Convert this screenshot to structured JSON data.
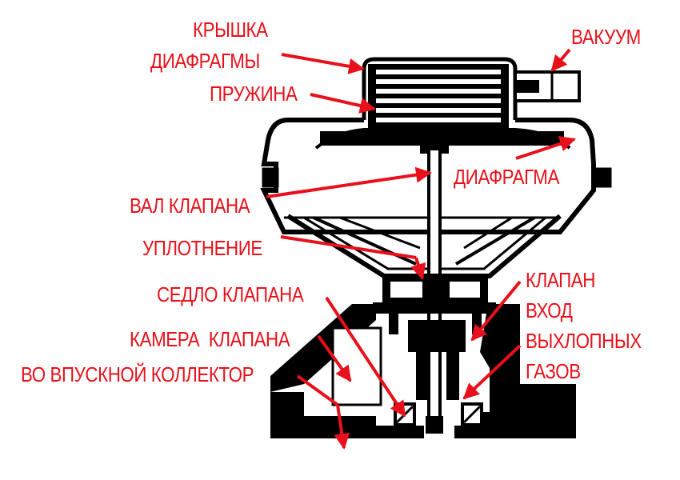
{
  "diagram": {
    "label_color": "#e8101a",
    "line_color": "#000000",
    "labels": {
      "diaphragm_cover_line1": "КРЫШКА",
      "diaphragm_cover_line2": "ДИАФРАГМЫ",
      "vacuum": "ВАКУУМ",
      "spring": "ПРУЖИНА",
      "diaphragm": "ДИАФРАГМА",
      "valve_shaft": "ВАЛ КЛАПАНА",
      "seal": "УПЛОТНЕНИЕ",
      "valve": "КЛАПАН",
      "valve_seat": "СЕДЛО КЛАПАНА",
      "exhaust_inlet_line1": "ВХОД",
      "exhaust_inlet_line2": "ВЫХЛОПНЫХ",
      "exhaust_inlet_line3": "ГАЗОВ",
      "valve_chamber": "КАМЕРА  КЛАПАНА",
      "intake_manifold": "ВО ВПУСКНОЙ КОЛЛЕКТОР"
    }
  }
}
